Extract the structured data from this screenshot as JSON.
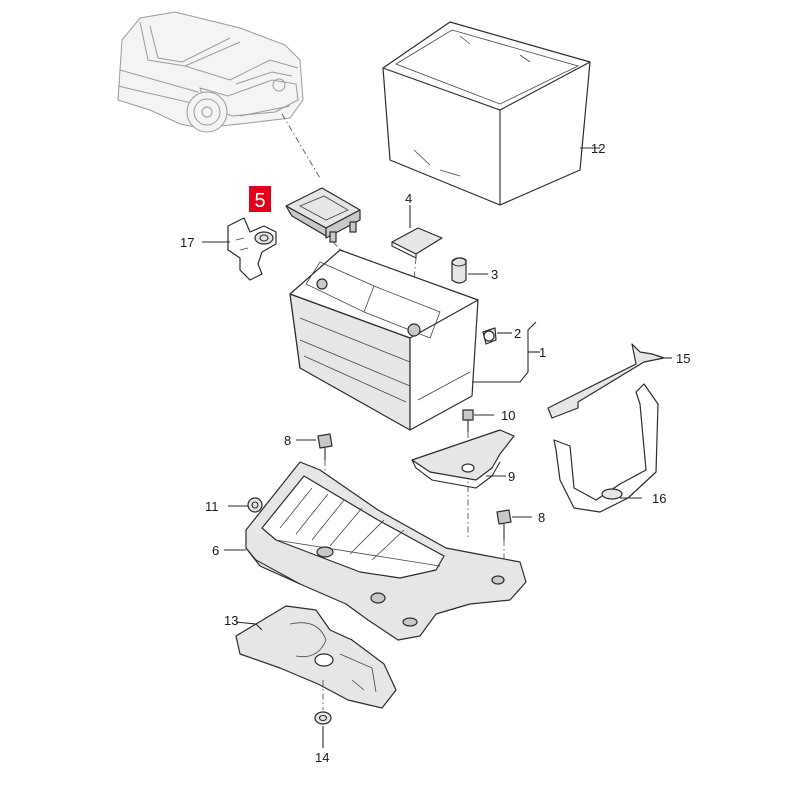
{
  "highlight": {
    "label": "5",
    "color": "#e2001a"
  },
  "callouts": {
    "c1": "1",
    "c2": "2",
    "c3": "3",
    "c4": "4",
    "c6": "6",
    "c8a": "8",
    "c8b": "8",
    "c9": "9",
    "c10": "10",
    "c11": "11",
    "c12": "12",
    "c13": "13",
    "c14": "14",
    "c15": "15",
    "c16": "16",
    "c17": "17"
  }
}
